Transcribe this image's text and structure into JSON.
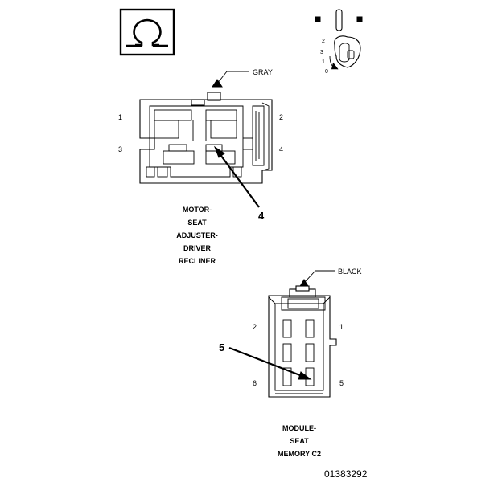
{
  "symbols": {
    "omega_box": "omega-symbol",
    "key_icon": "ignition-key-icon",
    "key_positions": [
      "2",
      "3",
      "1",
      "0"
    ]
  },
  "connector_1": {
    "color_label": "GRAY",
    "pins": {
      "p1": "1",
      "p2": "2",
      "p3": "3",
      "p4": "4"
    },
    "callout": "4",
    "caption_lines": [
      "MOTOR-",
      "SEAT",
      "ADJUSTER-",
      "DRIVER",
      "RECLINER"
    ]
  },
  "connector_2": {
    "color_label": "BLACK",
    "pins": {
      "p2": "2",
      "p1": "1",
      "p6": "6",
      "p5": "5"
    },
    "callout": "5",
    "caption_lines": [
      "MODULE-",
      "SEAT",
      "MEMORY C2"
    ]
  },
  "figure_id": "01383292"
}
